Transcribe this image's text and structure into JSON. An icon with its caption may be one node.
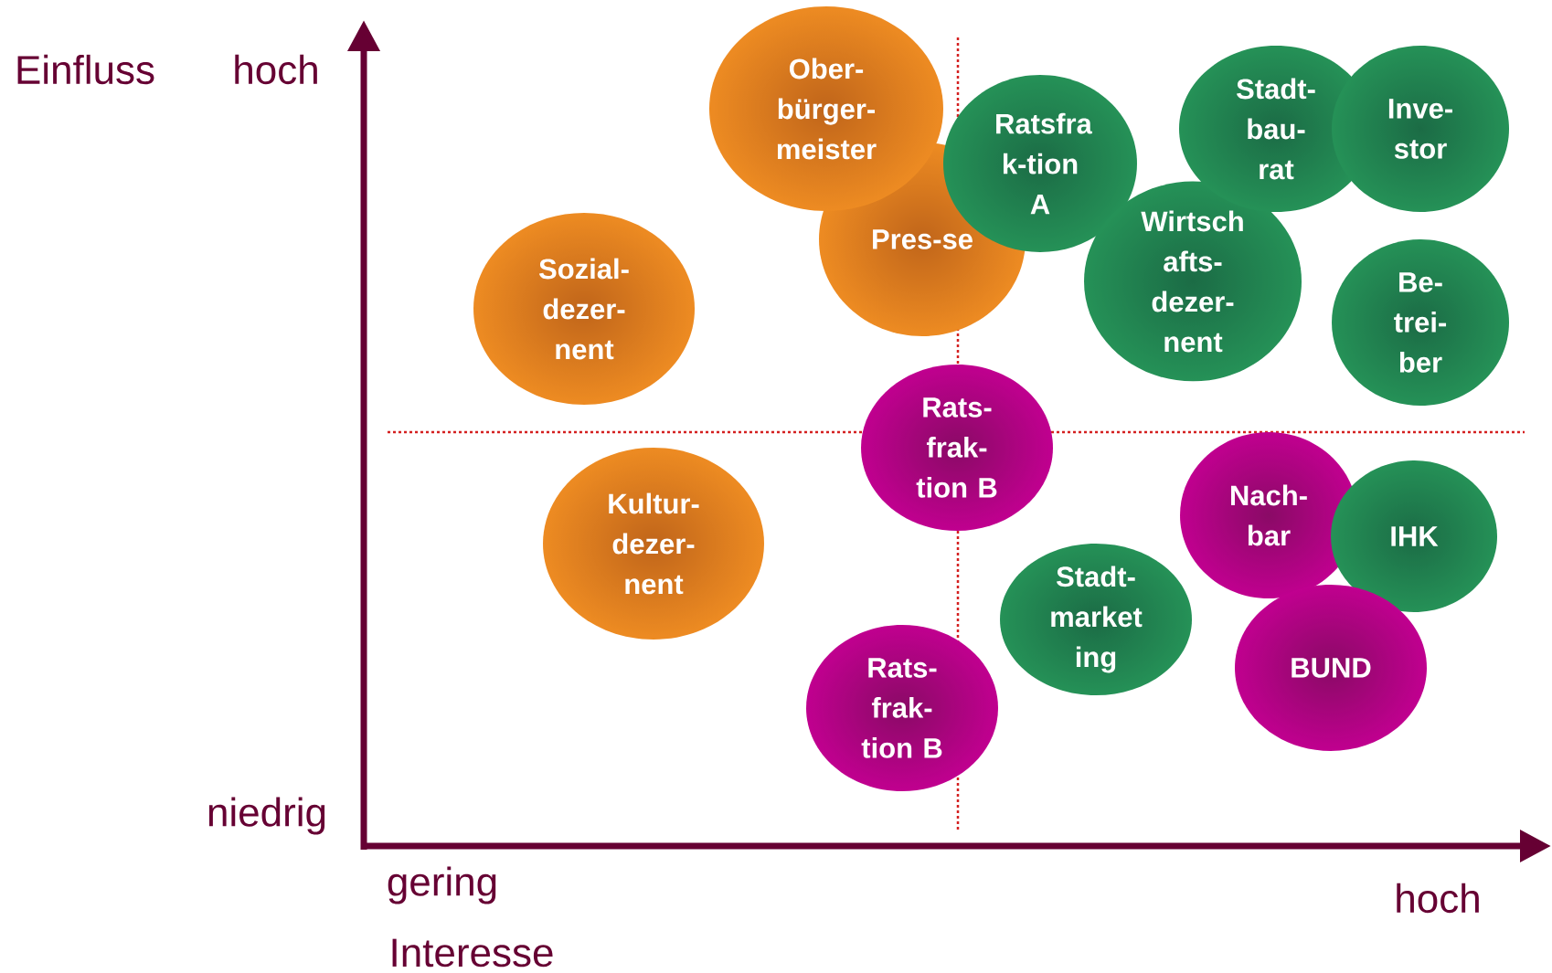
{
  "diagram": {
    "nodes": [
      {
        "text": [
          "Ober- bürger- meister"
        ]
      },
      {
        "text": [
          "Ratsfra k-tion A"
        ]
      },
      {
        "text": [
          "Stadt- bau- rat"
        ]
      },
      {
        "text": [
          "Inve- stor"
        ]
      },
      {
        "text": [
          "Wirtsch afts- dezer- nent"
        ]
      },
      {
        "text": [
          "Pres-se"
        ]
      },
      {
        "text": [
          "Sozial- dezer- nent"
        ]
      },
      {
        "text": [
          "Be- trei- ber"
        ]
      },
      {
        "text": [
          "Rats- frak- tion B"
        ]
      },
      {
        "text": [
          "Kultur- dezer- nent"
        ]
      },
      {
        "text": [
          "Nach- bar"
        ]
      },
      {
        "text": [
          "IHK"
        ]
      },
      {
        "text": [
          "Stadt- market ing"
        ]
      },
      {
        "text": [
          "BUND"
        ]
      },
      {
        "text": [
          "Rats- frak- tion B"
        ]
      }
    ],
    "labels": [
      "Einfluss",
      "hoch",
      "niedrig",
      "gering",
      "hoch",
      "Interesse"
    ]
  }
}
